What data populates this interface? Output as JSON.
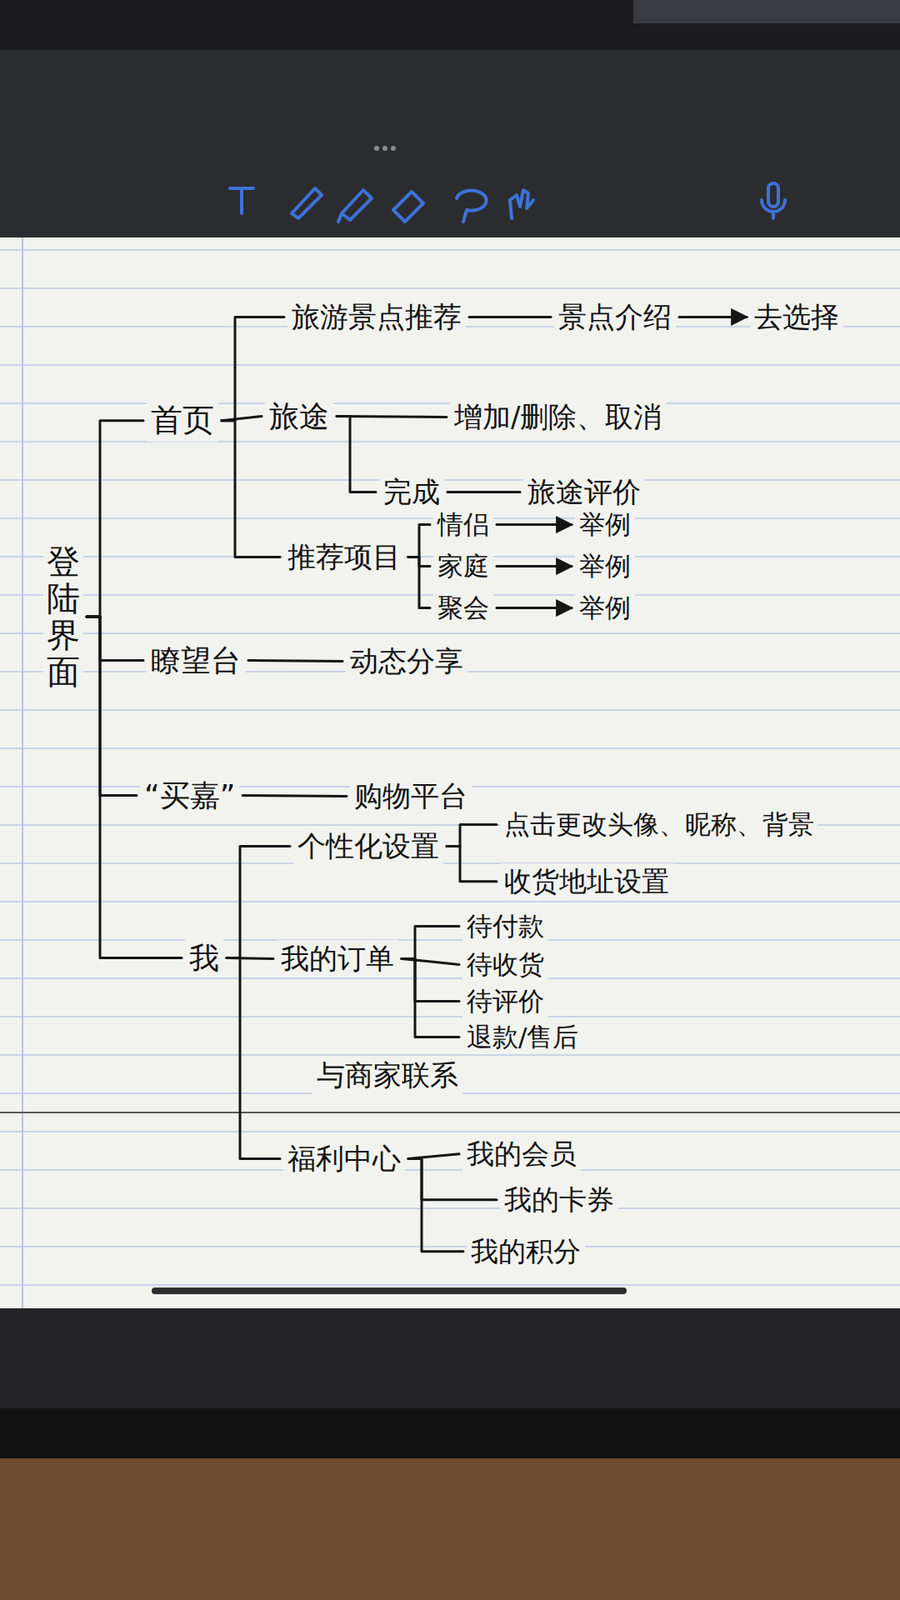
{
  "diagram": {
    "nodes": [
      {
        "text": [
          "登陆界面"
        ]
      },
      {
        "text": [
          "首页"
        ]
      },
      {
        "text": [
          "旅游景点推荐"
        ]
      },
      {
        "text": [
          "景点介绍"
        ]
      },
      {
        "text": [
          "去选择"
        ]
      },
      {
        "text": [
          "旅途"
        ]
      },
      {
        "text": [
          "增加/删除、取消"
        ]
      },
      {
        "text": [
          "完成"
        ]
      },
      {
        "text": [
          "旅途评价"
        ]
      },
      {
        "text": [
          "推荐项目"
        ]
      },
      {
        "text": [
          "情侣"
        ]
      },
      {
        "text": [
          "举例"
        ]
      },
      {
        "text": [
          "家庭"
        ]
      },
      {
        "text": [
          "举例"
        ]
      },
      {
        "text": [
          "聚会"
        ]
      },
      {
        "text": [
          "举例"
        ]
      },
      {
        "text": [
          "瞭望台"
        ]
      },
      {
        "text": [
          "动态分享"
        ]
      },
      {
        "text": [
          "“买嘉”"
        ]
      },
      {
        "text": [
          "购物平台"
        ]
      },
      {
        "text": [
          "我"
        ]
      },
      {
        "text": [
          "个性化设置"
        ]
      },
      {
        "text": [
          "点击更改头像、昵称、背景"
        ]
      },
      {
        "text": [
          "收货地址设置"
        ]
      },
      {
        "text": [
          "我的订单"
        ]
      },
      {
        "text": [
          "待付款"
        ]
      },
      {
        "text": [
          "待收货"
        ]
      },
      {
        "text": [
          "待评价"
        ]
      },
      {
        "text": [
          "退款/售后"
        ]
      },
      {
        "text": [
          "与商家联系"
        ]
      },
      {
        "text": [
          "福利中心"
        ]
      },
      {
        "text": [
          "我的会员"
        ]
      },
      {
        "text": [
          "我的卡券"
        ]
      },
      {
        "text": [
          "我的积分"
        ]
      }
    ],
    "edges": [
      {
        "from": 0,
        "to": 1,
        "arrow": "none"
      },
      {
        "from": 0,
        "to": 16,
        "arrow": "none"
      },
      {
        "from": 0,
        "to": 18,
        "arrow": "none"
      },
      {
        "from": 0,
        "to": 20,
        "arrow": "none"
      },
      {
        "from": 1,
        "to": 2,
        "arrow": "none"
      },
      {
        "from": 2,
        "to": 3,
        "arrow": "none"
      },
      {
        "from": 3,
        "to": 4,
        "arrow": "to"
      },
      {
        "from": 1,
        "to": 5,
        "arrow": "none"
      },
      {
        "from": 5,
        "to": 6,
        "arrow": "none"
      },
      {
        "from": 5,
        "to": 7,
        "arrow": "none"
      },
      {
        "from": 7,
        "to": 8,
        "arrow": "none"
      },
      {
        "from": 1,
        "to": 9,
        "arrow": "none"
      },
      {
        "from": 9,
        "to": 10,
        "arrow": "none"
      },
      {
        "from": 10,
        "to": 11,
        "arrow": "to"
      },
      {
        "from": 9,
        "to": 12,
        "arrow": "none"
      },
      {
        "from": 12,
        "to": 13,
        "arrow": "to"
      },
      {
        "from": 9,
        "to": 14,
        "arrow": "none"
      },
      {
        "from": 14,
        "to": 15,
        "arrow": "to"
      },
      {
        "from": 16,
        "to": 17,
        "arrow": "none"
      },
      {
        "from": 18,
        "to": 19,
        "arrow": "none"
      },
      {
        "from": 20,
        "to": 21,
        "arrow": "none"
      },
      {
        "from": 21,
        "to": 22,
        "arrow": "none"
      },
      {
        "from": 21,
        "to": 23,
        "arrow": "none"
      },
      {
        "from": 20,
        "to": 24,
        "arrow": "none"
      },
      {
        "from": 24,
        "to": 25,
        "arrow": "none"
      },
      {
        "from": 24,
        "to": 26,
        "arrow": "none"
      },
      {
        "from": 24,
        "to": 27,
        "arrow": "none"
      },
      {
        "from": 24,
        "to": 28,
        "arrow": "none"
      },
      {
        "from": 20,
        "to": 30,
        "arrow": "none"
      },
      {
        "from": 30,
        "to": 31,
        "arrow": "none"
      },
      {
        "from": 30,
        "to": 32,
        "arrow": "none"
      },
      {
        "from": 30,
        "to": 33,
        "arrow": "none"
      }
    ]
  }
}
